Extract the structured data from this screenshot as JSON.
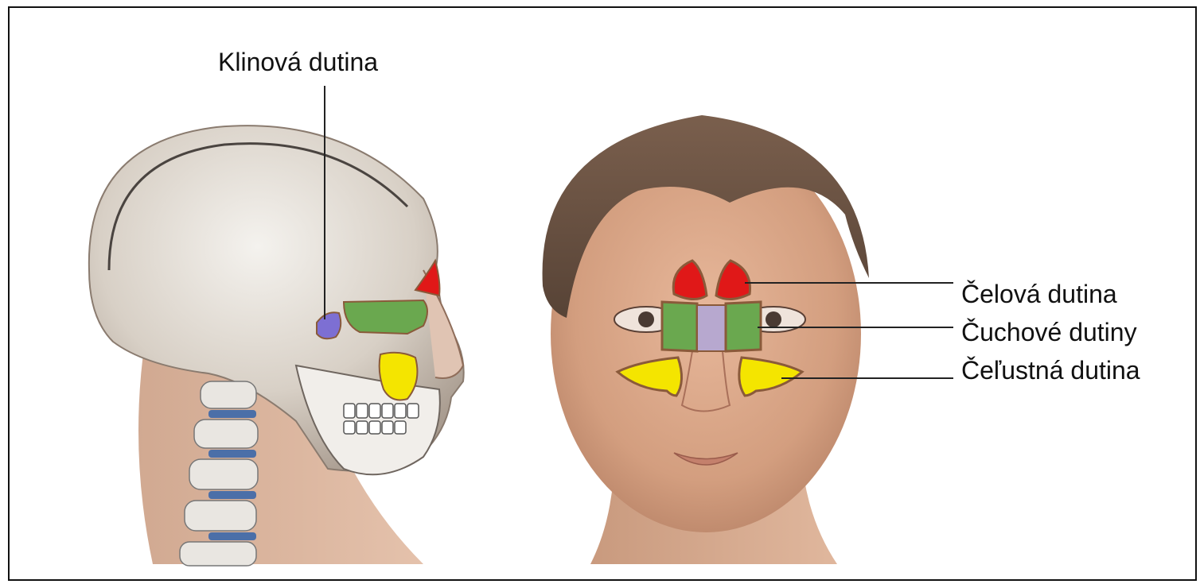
{
  "labels": {
    "sphenoid": "Klinová dutina",
    "frontal": "Čelová dutina",
    "ethmoid": "Čuchové dutiny",
    "maxillary": "Čeľustná dutina"
  },
  "colors": {
    "frontal": "#e01818",
    "ethmoid": "#6aa84f",
    "ethmoid_center": "#b7a8cf",
    "maxillary": "#f4e500",
    "sphenoid": "#7d6fd3",
    "outline": "#8a5a3a",
    "leader_line": "#222222",
    "skin": "#d9a98a",
    "hair": "#6e5646",
    "bone": "#ece9e4",
    "spine": "#4b6fa8"
  }
}
